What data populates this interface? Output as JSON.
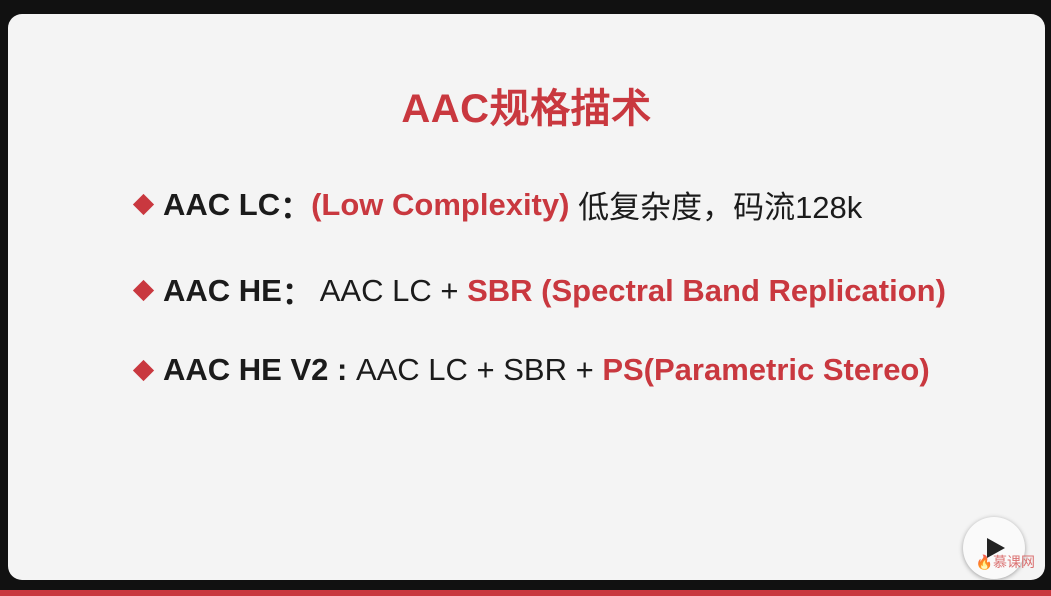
{
  "slide": {
    "title": "AAC规格描术",
    "items": [
      {
        "label": "AAC LC",
        "sep": "：",
        "highlight": "(Low Complexity)",
        "rest": " 低复杂度，码流128k"
      },
      {
        "label": "AAC HE",
        "sep": "：",
        "plain": " AAC LC + ",
        "highlight": "SBR (Spectral Band Replication)"
      },
      {
        "label": "AAC HE V2",
        "sep": " : ",
        "plain": "AAC LC + SBR + ",
        "highlight": "PS(Parametric Stereo)"
      }
    ]
  },
  "player": {
    "play_icon": "play-icon"
  },
  "watermark": {
    "text": "慕课网",
    "icon": "flame-icon"
  },
  "colors": {
    "accent": "#c9383f",
    "slide_bg": "#f4f4f4",
    "frame_bg": "#111111"
  }
}
